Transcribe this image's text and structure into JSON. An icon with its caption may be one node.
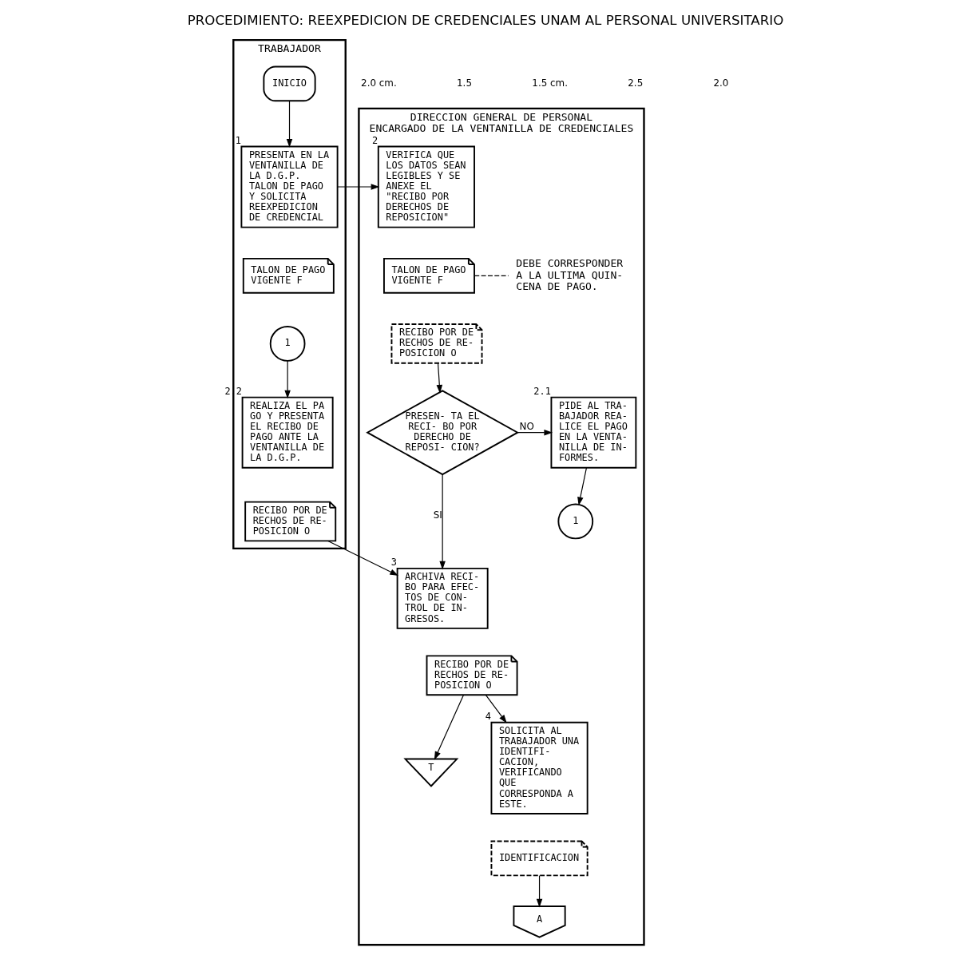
{
  "diagram": {
    "title": "PROCEDIMIENTO: REEXPEDICION DE CREDENCIALES UNAM AL PERSONAL UNIVERSITARIO",
    "nodes": [
      {
        "text": [
          "TRABAJADOR"
        ]
      },
      {
        "text": [
          "DIRECCION GENERAL DE PERSONAL",
          "ENCARGADO DE LA VENTANILLA DE CREDENCIALES"
        ]
      },
      {
        "text": [
          "INICIO"
        ],
        "in": 0
      },
      {
        "text": [
          "PRESENTA EN LA VENTANILLA DE LA D.G.P. TALON DE PAGO Y SOLICITA REEXPEDICION DE CREDENCIAL"
        ],
        "beside": [
          "1"
        ],
        "in": 0
      },
      {
        "text": [
          "TALON DE PAGO VIGENTE F"
        ],
        "in": 0
      },
      {
        "text": [
          "1"
        ],
        "in": 0
      },
      {
        "text": [
          "REALIZA EL PA GO Y PRESENTA EL RECIBO DE PAGO ANTE LA VENTANILLA DE LA D.G.P."
        ],
        "beside": [
          "2.2"
        ],
        "in": 0
      },
      {
        "text": [
          "RECIBO POR DE RECHOS DE RE- POSICION O"
        ],
        "in": 0
      },
      {
        "text": [
          "VERIFICA QUE LOS DATOS SEAN LEGIBLES Y SE ANEXE EL \"RECIBO POR DERECHOS DE REPOSICION\""
        ],
        "beside": [
          "2"
        ],
        "in": 1
      },
      {
        "text": [
          "TALON DE PAGO VIGENTE F"
        ],
        "in": 1
      },
      {
        "text": [
          "RECIBO POR DE RECHOS DE RE- POSICION O"
        ],
        "in": 1
      },
      {
        "text": [
          "DEBE CORRESPONDER A LA ULTIMA QUIN- CENA DE PAGO."
        ],
        "in": 1
      },
      {
        "text": [
          "PRESEN- TA EL RECI- BO POR DERECHO DE REPOSI- CION?"
        ],
        "in": 1
      },
      {
        "text": [
          "PIDE AL TRA- BAJADOR REA- LICE EL PAGO EN LA VENTA- NILLA DE IN- FORMES."
        ],
        "beside": [
          "2.1"
        ],
        "in": 1
      },
      {
        "text": [
          "1"
        ],
        "in": 1
      },
      {
        "text": [
          "ARCHIVA RECI- BO PARA EFEC- TOS DE CON- TROL DE IN- GRESOS."
        ],
        "beside": [
          "3"
        ],
        "in": 1
      },
      {
        "text": [
          "RECIBO POR DE RECHOS DE RE- POSICION O"
        ],
        "in": 1
      },
      {
        "text": [
          "T"
        ],
        "in": 1
      },
      {
        "text": [
          "SOLICITA AL TRABAJADOR UNA IDENTIFI- CACION, VERIFICANDO QUE CORRESPONDA A ESTE."
        ],
        "beside": [
          "4"
        ],
        "in": 1
      },
      {
        "text": [
          "IDENTIFICACION"
        ],
        "in": 1
      },
      {
        "text": [
          "A"
        ],
        "in": 1
      }
    ],
    "edges": [
      {
        "from": 2,
        "to": 3,
        "arrow": "to"
      },
      {
        "from": 3,
        "to": 8,
        "arrow": "to"
      },
      {
        "from": 9,
        "to": 11,
        "arrow": "none",
        "style": "dashed"
      },
      {
        "from": 5,
        "to": 6,
        "arrow": "to"
      },
      {
        "from": 10,
        "to": 12,
        "arrow": "to"
      },
      {
        "from": 12,
        "to": 13,
        "label": "NO",
        "arrow": "to"
      },
      {
        "from": 12,
        "to": 15,
        "label": "SI",
        "arrow": "to"
      },
      {
        "from": 7,
        "to": 15,
        "arrow": "to"
      },
      {
        "from": 13,
        "to": 14,
        "arrow": "to"
      },
      {
        "from": 16,
        "to": 17,
        "arrow": "to"
      },
      {
        "from": 16,
        "to": 18,
        "arrow": "to"
      },
      {
        "from": 19,
        "to": 20,
        "arrow": "to"
      }
    ],
    "labels": [
      "2.0 cm.",
      "1.5",
      "1.5 cm.",
      "2.5",
      "2.0"
    ]
  }
}
